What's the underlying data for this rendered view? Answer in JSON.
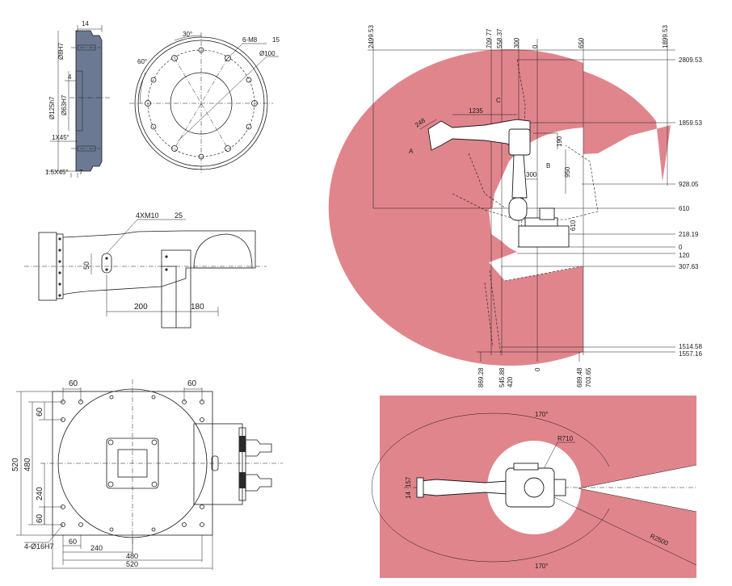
{
  "flange": {
    "dims": {
      "w14": "14",
      "d8h7": "Ø8H7",
      "d4": "4",
      "d125": "Ø125h7",
      "d63": "Ø63H7",
      "c1": "1X45°",
      "c15": "1.5X45°",
      "d7": "7"
    }
  },
  "bolt_circle": {
    "dims": {
      "a30": "30°",
      "a60": "60°",
      "m8": "6-M8",
      "d15": "15",
      "d100": "Ø100"
    }
  },
  "arm_side": {
    "dims": {
      "m10": "4XM10",
      "d25": "25",
      "d50": "50",
      "d200": "200",
      "d180": "180"
    }
  },
  "base_plan": {
    "dims": {
      "t60a": "60",
      "t60b": "60",
      "l60a": "60",
      "l520": "520",
      "l480": "480",
      "l240": "240",
      "l60b": "60",
      "holes": "4-Ø16H7",
      "b60": "60",
      "b240": "240",
      "b480": "480",
      "b520": "520"
    }
  },
  "work_side": {
    "top_labels": [
      "2499.53",
      "709.77",
      "558.37",
      "300",
      "0",
      "650",
      "1899.53"
    ],
    "right_labels": [
      "2809.53",
      "1859.53",
      "928.05",
      "610",
      "218.19",
      "0",
      "120",
      "307.63",
      "1514.58",
      "1557.16"
    ],
    "bottom_labels": [
      "869.28",
      "545.88",
      "420",
      "0",
      "689.48",
      "703.65"
    ],
    "inner_labels": {
      "d1235": "1235",
      "d248": "248",
      "c": "C",
      "a": "A",
      "b": "B",
      "d190": "190",
      "d950": "950",
      "d300": "300",
      "d610": "610"
    }
  },
  "work_top": {
    "labels": {
      "a170t": "170°",
      "r710": "R710",
      "d14": "14",
      "d157": "157",
      "r2500": "R2500",
      "a170b": "170°"
    }
  },
  "colors": {
    "zone": "#e0858c",
    "part": "#6b7a92",
    "line": "#1a1a1a"
  }
}
